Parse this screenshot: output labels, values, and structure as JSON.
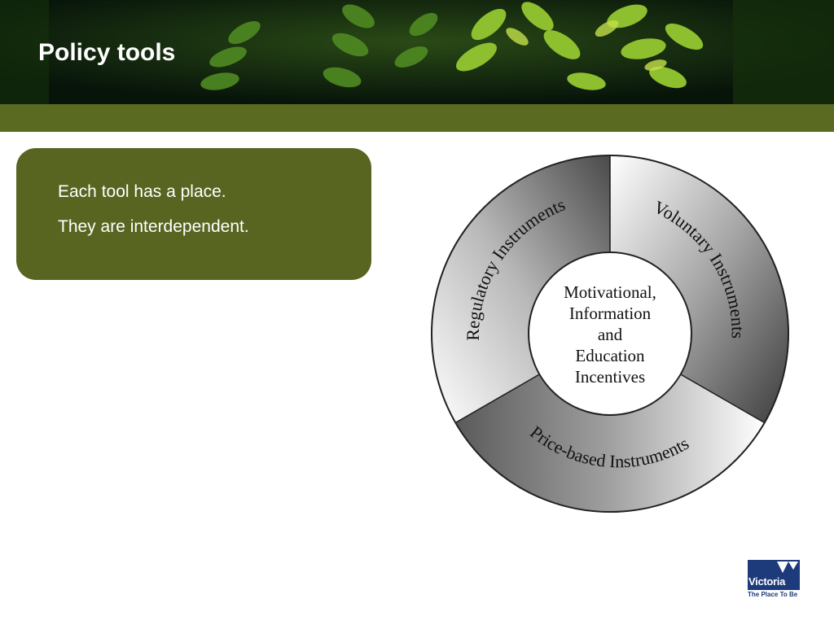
{
  "slide": {
    "title": "Policy tools",
    "header_band_color": "#5a6a21",
    "box_color": "#586520"
  },
  "textbox": {
    "lines": [
      "Each tool has a place.",
      "They are interdependent."
    ]
  },
  "diagram": {
    "segments": {
      "regulatory": "Regulatory Instruments",
      "voluntary": "Voluntary Instruments",
      "price": "Price-based Instruments"
    },
    "center_lines": [
      "Motivational,",
      "Information",
      "and",
      "Education",
      "Incentives"
    ]
  },
  "logo": {
    "word": "Victoria",
    "tagline": "The Place To Be",
    "color": "#1d3a7a"
  }
}
